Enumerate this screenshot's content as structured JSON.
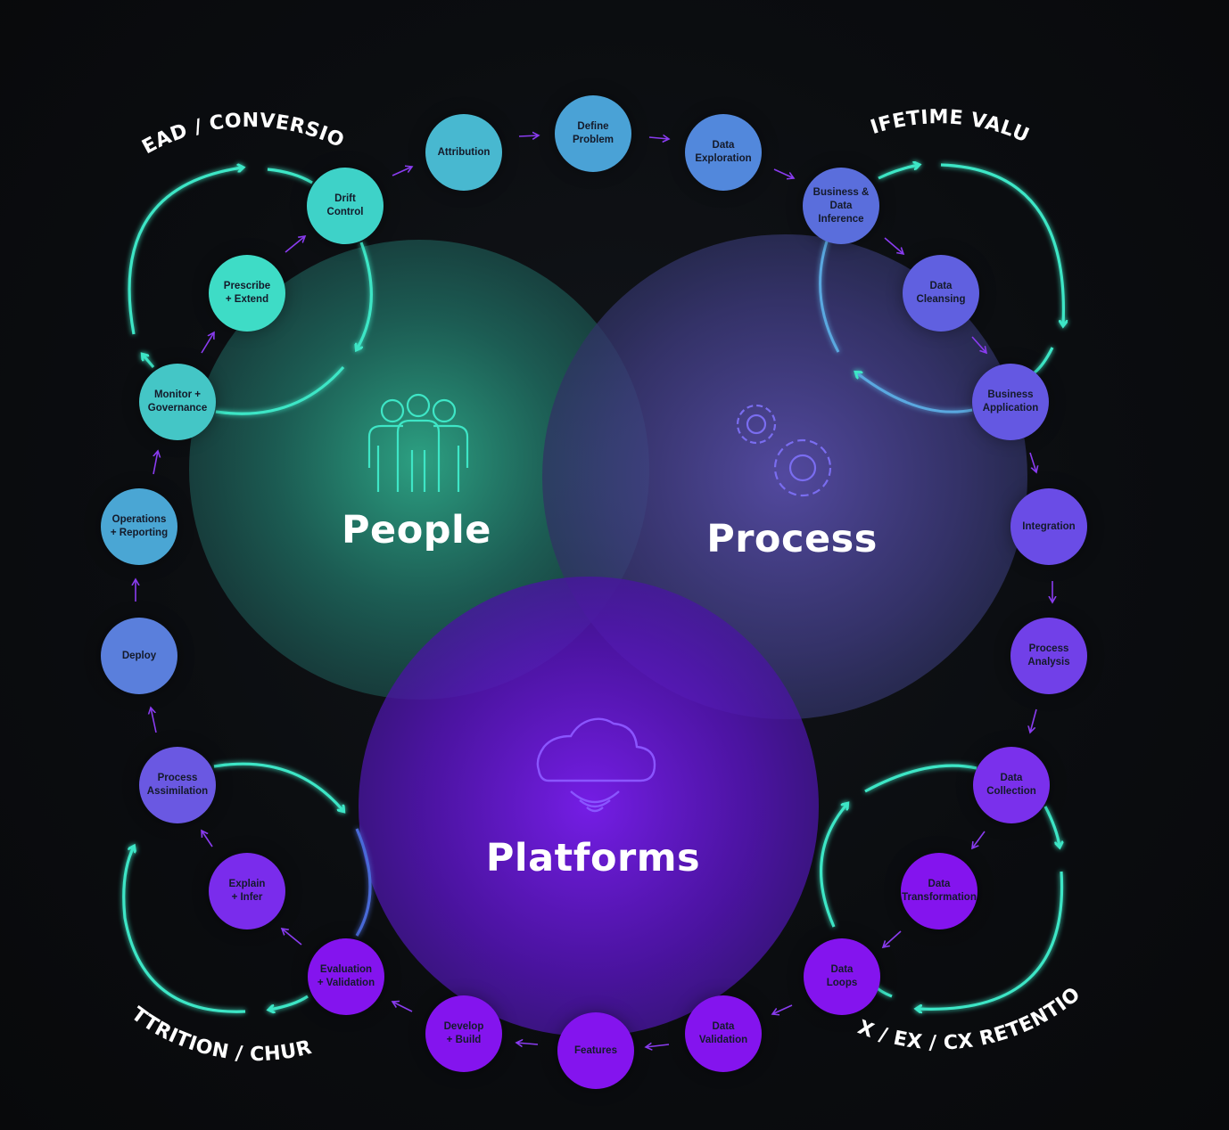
{
  "groups": {
    "people": "People",
    "process": "Process",
    "platforms": "Platforms"
  },
  "loops": {
    "lead_conversion": "LEAD / CONVERSION",
    "lifetime_value": "LIFETIME VALUE",
    "attrition_churn": "ATTRITION / CHURN",
    "retention": "BX / EX / CX RETENTION"
  },
  "nodes": {
    "attribution": "Attribution",
    "define_problem": "Define\nProblem",
    "data_exploration": "Data\nExploration",
    "business_data_inference": "Business &\nData Inference",
    "data_cleansing": "Data\nCleansing",
    "business_application": "Business\nApplication",
    "integration": "Integration",
    "process_analysis": "Process\nAnalysis",
    "data_collection": "Data\nCollection",
    "data_transformation": "Data\nTransformation",
    "data_loops": "Data\nLoops",
    "data_validation": "Data\nValidation",
    "features": "Features",
    "develop_build": "Develop\n+ Build",
    "evaluation_validation": "Evaluation\n+ Validation",
    "explain_infer": "Explain\n+ Infer",
    "process_assimilation": "Process\nAssimilation",
    "deploy": "Deploy",
    "operations_reporting": "Operations\n+ Reporting",
    "monitor_governance": "Monitor +\nGovernance",
    "prescribe_extend": "Prescribe\n+ Extend",
    "drift_control": "Drift\nControl"
  },
  "icons": {
    "people": "people-group-icon",
    "process": "gears-icon",
    "platforms": "cloud-wireless-icon"
  },
  "colors": {
    "background": "#0b0d10",
    "loop_arrow": "#3ee6c6",
    "flow_arrow": "#8a3cf0",
    "people_circle": "#2fa88a",
    "process_circle": "#5a4fb0",
    "platforms_circle": "#6a18d8"
  }
}
